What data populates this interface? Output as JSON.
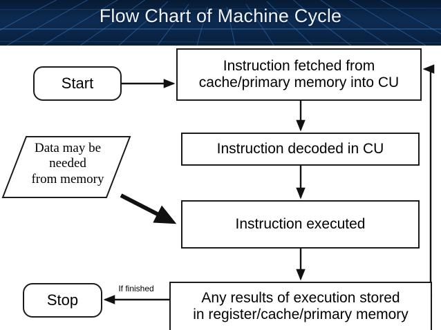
{
  "header": {
    "title": "Flow Chart of Machine Cycle",
    "background_color": "#0b2546",
    "line_color": "#2f6fb5",
    "title_color": "#eef4fb"
  },
  "canvas": {
    "background_color": "#ffffff",
    "stroke_color": "#1a1a1a"
  },
  "nodes": {
    "start": {
      "label": "Start",
      "shape": "terminator"
    },
    "fetch": {
      "label": "Instruction fetched from\ncache/primary memory into CU",
      "shape": "rectangle"
    },
    "decode": {
      "label": "Instruction decoded in CU",
      "shape": "rectangle"
    },
    "execute": {
      "label": "Instruction executed",
      "shape": "rectangle"
    },
    "store": {
      "label": "Any results of execution stored\nin register/cache/primary memory",
      "shape": "rectangle"
    },
    "stop": {
      "label": "Stop",
      "shape": "terminator"
    },
    "data": {
      "label": "Data may be\nneeded\nfrom memory",
      "shape": "parallelogram"
    }
  },
  "edges": {
    "start_to_fetch": {
      "label": ""
    },
    "fetch_to_decode": {
      "label": ""
    },
    "decode_to_execute": {
      "label": ""
    },
    "execute_to_store": {
      "label": ""
    },
    "store_to_stop": {
      "label": "If finished"
    },
    "store_to_fetch_loop": {
      "label": ""
    },
    "data_to_execute": {
      "label": ""
    }
  }
}
